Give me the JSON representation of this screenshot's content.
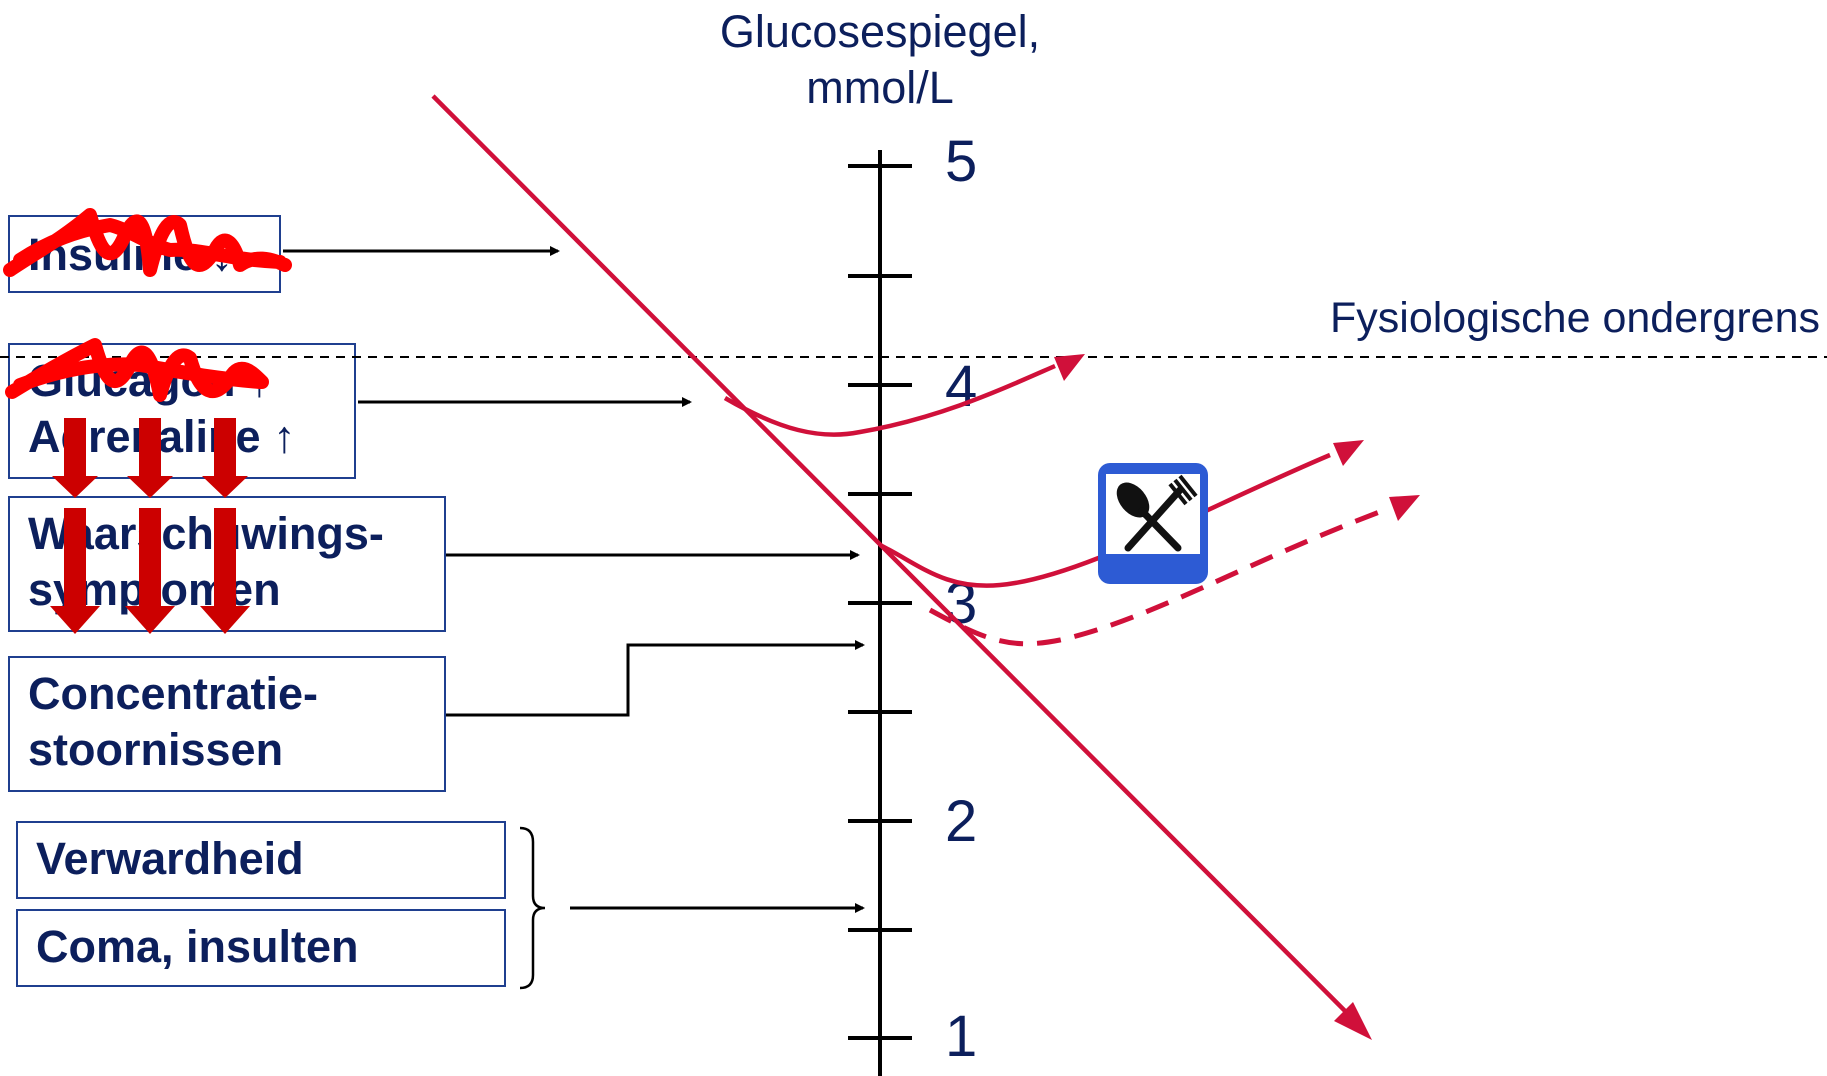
{
  "axis": {
    "title_line1": "Glucosespiegel,",
    "title_line2": "mmol/L",
    "ticks": [
      {
        "value": 5,
        "label": "5"
      },
      {
        "value": 4,
        "label": "4"
      },
      {
        "value": 3,
        "label": "3"
      },
      {
        "value": 2,
        "label": "2"
      },
      {
        "value": 1,
        "label": "1"
      }
    ],
    "physiological_limit_label": "Fysiologische ondergrens",
    "physiological_limit_value": 4.15
  },
  "boxes": {
    "box1": {
      "line1": "Insuline ↓"
    },
    "box2": {
      "line1": "Glucagon ↑",
      "line2": "Adrenaline ↑"
    },
    "box3": {
      "line1": "Waarschuwings-",
      "line2": "symptomen"
    },
    "box4": {
      "line1": "Concentratie-",
      "line2": "stoornissen"
    },
    "box5": {
      "line1": "Verwardheid"
    },
    "box6": {
      "line1": "Coma, insulten"
    }
  },
  "icons": {
    "food": "spoon-fork-icon"
  },
  "colors": {
    "curve": "#d0103a",
    "text": "#0c1f5c",
    "box_border": "#1f3f8f",
    "scribble": "#ff0000",
    "arrow_down": "#cc0000",
    "icon_bg": "#2d5bd4"
  }
}
